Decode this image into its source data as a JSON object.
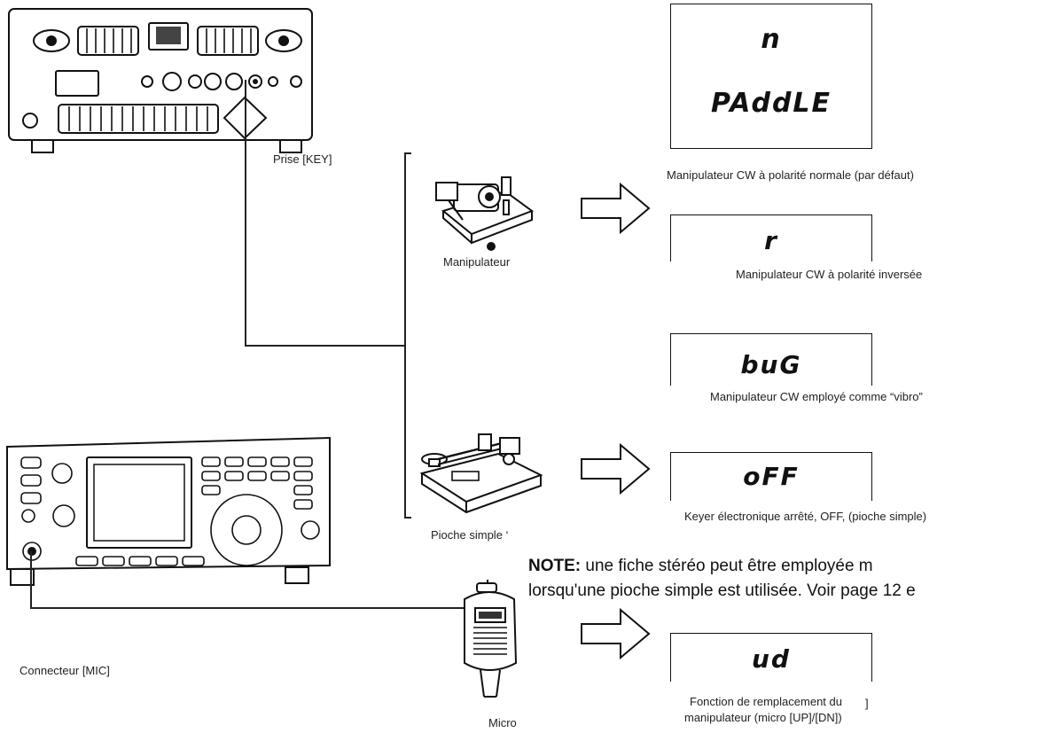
{
  "radio_rear": {
    "jack_label": "Prise [KEY]"
  },
  "radio_front": {
    "connector_label": "Connecteur [MIC]"
  },
  "inputs": {
    "paddle_label": "Manipulateur",
    "straight_key_label": "Pioche simple",
    "straight_key_suffix": "‘",
    "mic_label": "Micro"
  },
  "displays": [
    {
      "top_text": "n",
      "main_text": "PAddLE",
      "caption": "Manipulateur CW à polarité normale (par défaut)"
    },
    {
      "main_text": "r",
      "caption": "Manipulateur CW à polarité inversée"
    },
    {
      "main_text": "buG",
      "caption": "Manipulateur CW employé comme “vibro”"
    },
    {
      "main_text": "oFF",
      "caption": "Keyer électronique arrêté, OFF, (pioche simple)"
    },
    {
      "main_text": "ud",
      "caption_line1": "Fonction de remplacement du",
      "caption_line2": "manipulateur (micro [UP]/[DN])",
      "bracket": "]"
    }
  ],
  "note": {
    "label": "NOTE:",
    "line1": "une fiche stéréo peut être employée m",
    "line2": "lorsqu'une pioche simple est utilisée. Voir page 12 e"
  }
}
